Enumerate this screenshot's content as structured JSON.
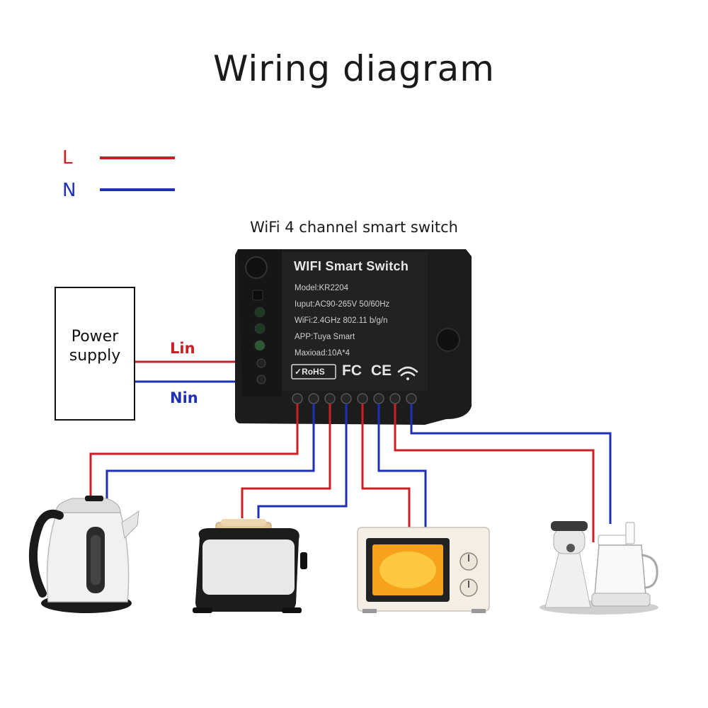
{
  "title": "Wiring diagram",
  "legend": [
    {
      "label": "L",
      "color": "#cc1f24"
    },
    {
      "label": "N",
      "color": "#1f2fb8"
    }
  ],
  "device": {
    "caption": "WiFi 4 channel smart switch",
    "brand_title": "WIFI Smart Switch",
    "specs": [
      "Model:KR2204",
      "Iuput:AC90-265V 50/60Hz",
      "WiFi:2.4GHz 802.11 b/g/n",
      "APP:Tuya Smart",
      "Maxioad:10A*4"
    ],
    "rohs": "RoHS",
    "fc": "FC",
    "ce": "CE",
    "wifi_icon": "wifi-icon"
  },
  "power_supply": {
    "label": "Power\nsupply",
    "lin": "Lin",
    "nin": "Nin"
  },
  "appliances": [
    "kettle-icon",
    "toaster-icon",
    "microwave-icon",
    "food-processor-icon"
  ],
  "colors": {
    "live": "#cc1f24",
    "neutral": "#1f2fb8",
    "device_body": "#1c1c1c"
  }
}
